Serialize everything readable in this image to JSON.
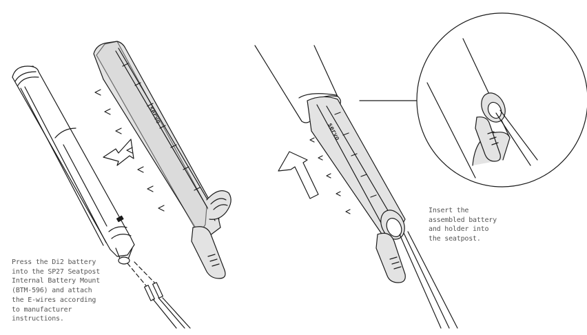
{
  "steps": [
    {
      "id": "step-1",
      "caption": "Press the Di2 battery\ninto the SP27 Seatpost\nInternal Battery Mount\n(BTM-596) and attach\nthe E-wires according\nto manufacturer\ninstructions."
    },
    {
      "id": "step-2",
      "caption": "Insert the\nassembled battery\nand holder into\nthe seatpost."
    }
  ],
  "illustration": {
    "brand_text": "servo",
    "arrows": [
      "arrow-right",
      "arrow-up"
    ],
    "detail_callout": "zoom-circle"
  },
  "colors": {
    "line": "#1a1a1a",
    "holder_fill": "#e3e3e3",
    "holder_shade": "#cfcfcf",
    "text": "#555555"
  }
}
